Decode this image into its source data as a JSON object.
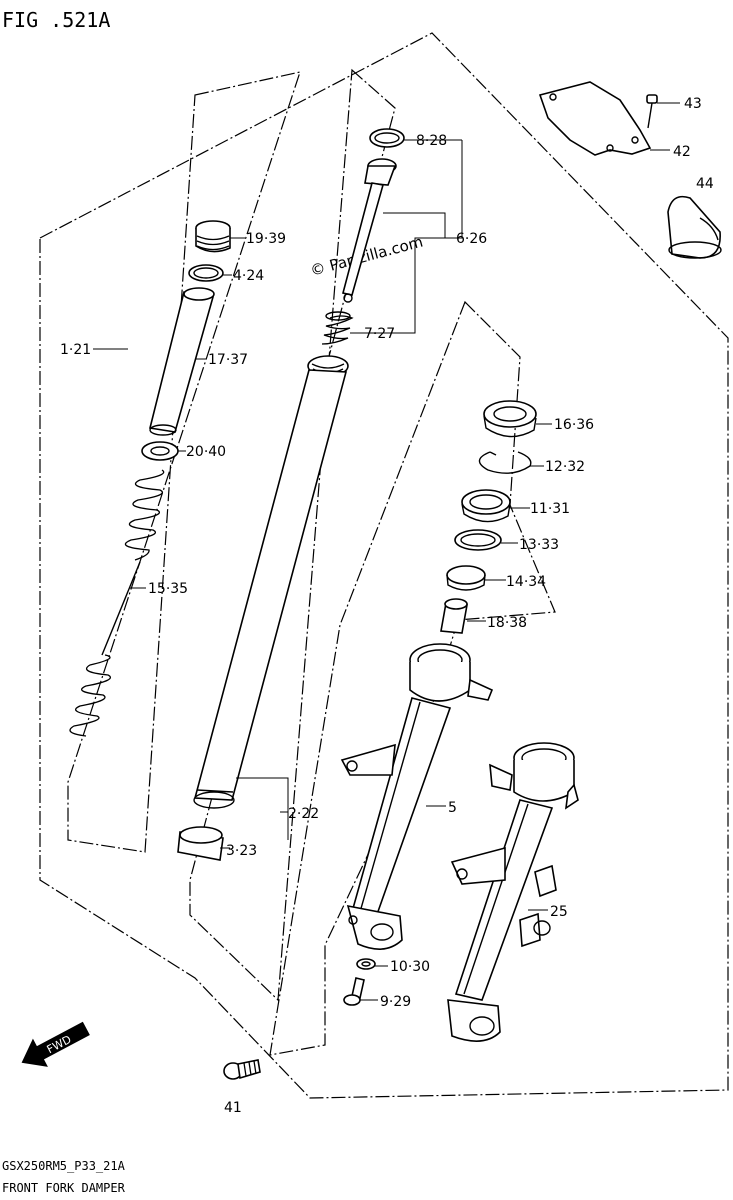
{
  "figure": {
    "title": "FIG .521A",
    "watermark": "© Partzilla.com",
    "fwd_label": "FWD",
    "footer_code": "GSX250RM5_P33_21A",
    "footer_name": "FRONT FORK DAMPER"
  },
  "callouts": [
    {
      "id": "c-43",
      "label": "43"
    },
    {
      "id": "c-42",
      "label": "42"
    },
    {
      "id": "c-44",
      "label": "44"
    },
    {
      "id": "c-8-28",
      "label": "8·28"
    },
    {
      "id": "c-6-26",
      "label": "6·26"
    },
    {
      "id": "c-7-27",
      "label": "7·27"
    },
    {
      "id": "c-19-39",
      "label": "19·39"
    },
    {
      "id": "c-4-24",
      "label": "4·24"
    },
    {
      "id": "c-1-21",
      "label": "1·21"
    },
    {
      "id": "c-17-37",
      "label": "17·37"
    },
    {
      "id": "c-20-40",
      "label": "20·40"
    },
    {
      "id": "c-15-35",
      "label": "15·35"
    },
    {
      "id": "c-16-36",
      "label": "16·36"
    },
    {
      "id": "c-12-32",
      "label": "12·32"
    },
    {
      "id": "c-11-31",
      "label": "11·31"
    },
    {
      "id": "c-13-33",
      "label": "13·33"
    },
    {
      "id": "c-14-34",
      "label": "14·34"
    },
    {
      "id": "c-18-38",
      "label": "18·38"
    },
    {
      "id": "c-5",
      "label": "5"
    },
    {
      "id": "c-2-22",
      "label": "2·22"
    },
    {
      "id": "c-3-23",
      "label": "3·23"
    },
    {
      "id": "c-25",
      "label": "25"
    },
    {
      "id": "c-10-30",
      "label": "10·30"
    },
    {
      "id": "c-9-29",
      "label": "9·29"
    },
    {
      "id": "c-41",
      "label": "41"
    }
  ]
}
